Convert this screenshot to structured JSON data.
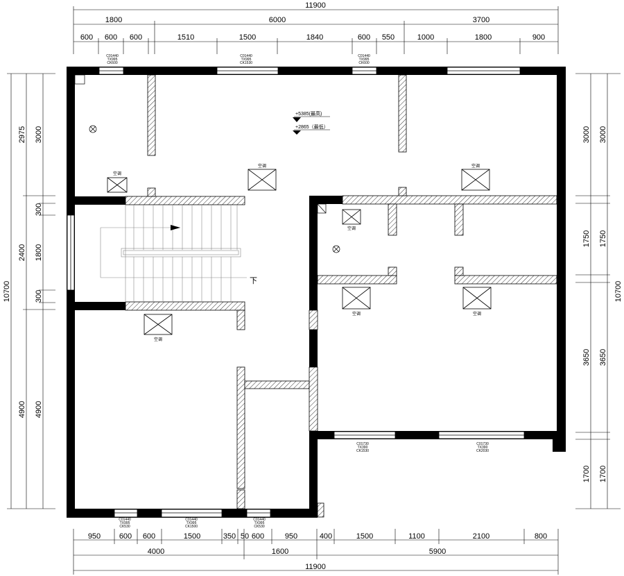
{
  "plan": {
    "dimensions": {
      "top_total": "11900",
      "top_mid": [
        "1800",
        "6000",
        "3700"
      ],
      "top_detail": [
        "600",
        "600",
        "600",
        "1510",
        "1500",
        "1840",
        "600",
        "550",
        "1000",
        "1800",
        "900"
      ],
      "bottom_detail": [
        "950",
        "600",
        "600",
        "1500",
        "350",
        "50",
        "600",
        "950",
        "400",
        "1500",
        "1100",
        "2100",
        "800"
      ],
      "bottom_mid": [
        "4000",
        "1600",
        "5900"
      ],
      "bottom_total": "11900",
      "left_total": "10700",
      "left_mid": [
        "2975",
        "2400",
        "4900"
      ],
      "left_detail": [
        "3000",
        "300",
        "1800",
        "300",
        "4900"
      ],
      "right_outer": "10700",
      "right_detail": [
        "3000",
        "1750",
        "3650",
        "1700"
      ]
    },
    "windows": {
      "top_1": [
        "C01440",
        "TX995",
        "CK600"
      ],
      "top_2": [
        "C01440",
        "TX995",
        "CK1530"
      ],
      "top_3": [
        "C01440",
        "TX995",
        "CK600"
      ],
      "bottom_1": [
        "C01440",
        "TX995",
        "CK530"
      ],
      "bottom_2": [
        "C01440",
        "TX995",
        "CK1500"
      ],
      "bottom_3": [
        "C01440",
        "TX995",
        "CK530"
      ],
      "right_1": [
        "C01730",
        "TX390",
        "CK1530"
      ],
      "right_2": [
        "C01730",
        "TX390",
        "CK2030"
      ]
    },
    "ac_label": "空调",
    "levels": {
      "high": "+5385(最高)",
      "low": "+2865（最低）"
    },
    "stair_down": "下"
  }
}
